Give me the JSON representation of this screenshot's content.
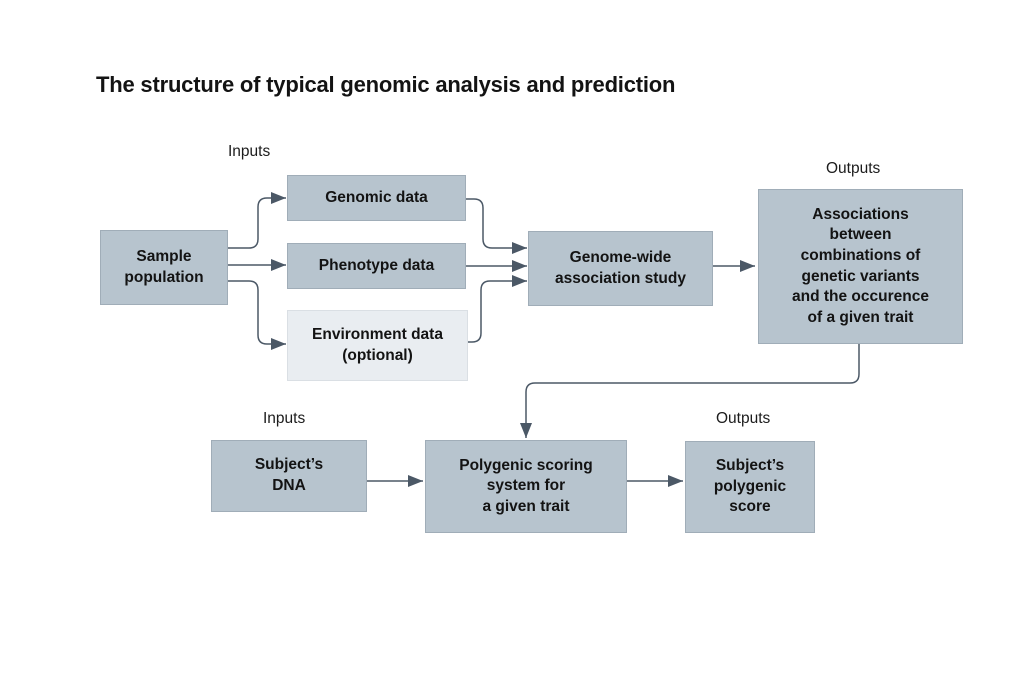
{
  "title": "The structure of typical genomic analysis and prediction",
  "diagram_type": "flowchart",
  "labels": {
    "inputs_top": "Inputs",
    "outputs_top": "Outputs",
    "inputs_bottom": "Inputs",
    "outputs_bottom": "Outputs"
  },
  "nodes": {
    "sample_population": {
      "label": "Sample\npopulation"
    },
    "genomic_data": {
      "label": "Genomic data"
    },
    "phenotype_data": {
      "label": "Phenotype data"
    },
    "environment_data": {
      "label": "Environment data\n(optional)"
    },
    "gwas": {
      "label": "Genome-wide\nassociation study"
    },
    "associations": {
      "label": "Associations\nbetween\ncombinations of\ngenetic variants\nand the occurence\nof a given trait"
    },
    "subject_dna": {
      "label": "Subject’s\nDNA"
    },
    "polygenic_system": {
      "label": "Polygenic scoring\nsystem for\na given trait"
    },
    "polygenic_score": {
      "label": "Subject’s\npolygenic\nscore"
    }
  },
  "edges": [
    {
      "from": "sample_population",
      "to": "genomic_data"
    },
    {
      "from": "sample_population",
      "to": "phenotype_data"
    },
    {
      "from": "sample_population",
      "to": "environment_data"
    },
    {
      "from": "genomic_data",
      "to": "gwas"
    },
    {
      "from": "phenotype_data",
      "to": "gwas"
    },
    {
      "from": "environment_data",
      "to": "gwas"
    },
    {
      "from": "gwas",
      "to": "associations"
    },
    {
      "from": "associations",
      "to": "polygenic_system"
    },
    {
      "from": "subject_dna",
      "to": "polygenic_system"
    },
    {
      "from": "polygenic_system",
      "to": "polygenic_score"
    }
  ],
  "colors": {
    "box_fill": "#b7c4ce",
    "box_fill_light": "#e9edf1",
    "connector": "#4b5866",
    "text": "#131313",
    "background": "#ffffff"
  }
}
